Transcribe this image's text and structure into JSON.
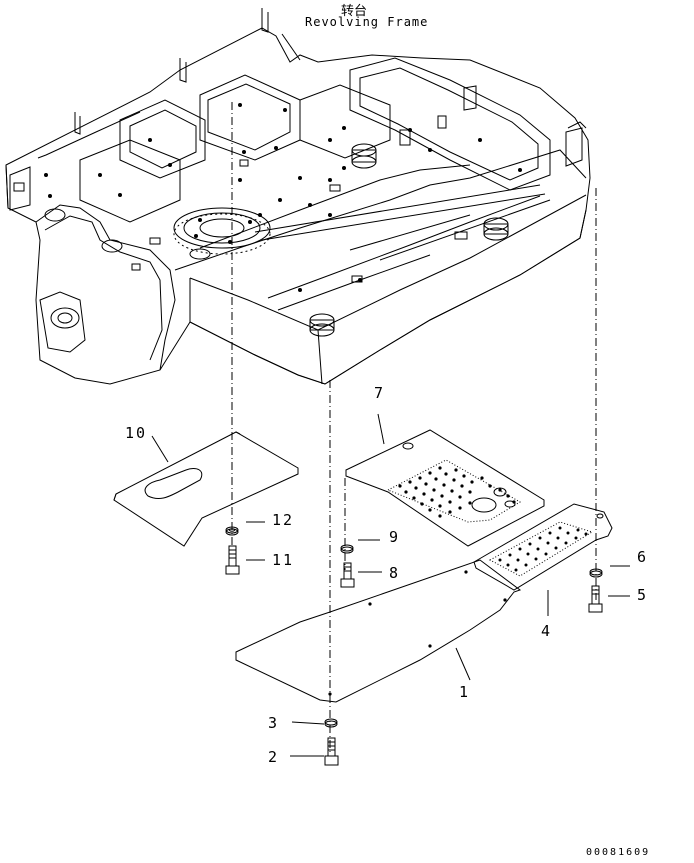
{
  "header": {
    "title_cn": "转台",
    "title_en": "Revolving Frame"
  },
  "callouts": [
    {
      "id": "callout-1",
      "label": "1"
    },
    {
      "id": "callout-2",
      "label": "2"
    },
    {
      "id": "callout-3",
      "label": "3"
    },
    {
      "id": "callout-4",
      "label": "4"
    },
    {
      "id": "callout-5",
      "label": "5"
    },
    {
      "id": "callout-6",
      "label": "6"
    },
    {
      "id": "callout-7",
      "label": "7"
    },
    {
      "id": "callout-8",
      "label": "8"
    },
    {
      "id": "callout-9",
      "label": "9"
    },
    {
      "id": "callout-10",
      "label": "10"
    },
    {
      "id": "callout-11",
      "label": "11"
    },
    {
      "id": "callout-12",
      "label": "12"
    }
  ],
  "footer": {
    "drawing_number": "00081609"
  },
  "colors": {
    "line": "#000000",
    "background": "#ffffff"
  }
}
